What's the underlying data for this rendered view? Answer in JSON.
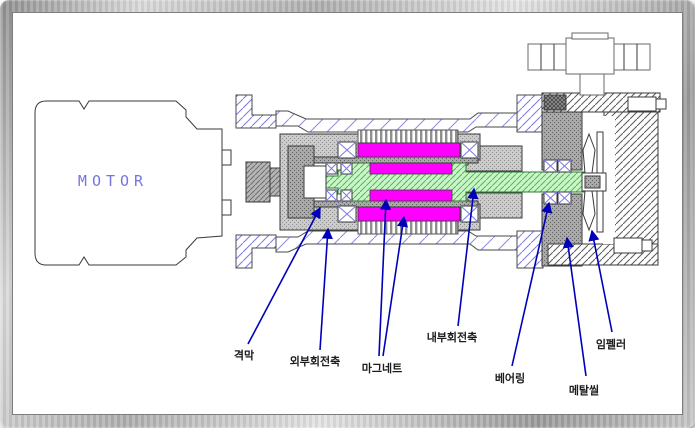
{
  "diagram": {
    "motor_label": "MOTOR",
    "labels": [
      {
        "id": "diaphragm",
        "text": "격막"
      },
      {
        "id": "outer-shaft",
        "text": "외부회전축"
      },
      {
        "id": "magnet",
        "text": "마그네트"
      },
      {
        "id": "inner-shaft",
        "text": "내부회전축"
      },
      {
        "id": "bearing",
        "text": "베어링"
      },
      {
        "id": "metal-seal",
        "text": "메탈씰"
      },
      {
        "id": "impeller",
        "text": "임펠러"
      }
    ],
    "colors": {
      "magnet": "#ff00ff",
      "shaft_green": "#c9f6c9",
      "shaft_green_hatch": "#58b558",
      "arrow": "#0000bb",
      "label_text": "#1c1c1c",
      "motor_text": "#7476de",
      "blue_hatch": "#7b7be0",
      "outline": "#3a3a3a"
    }
  }
}
